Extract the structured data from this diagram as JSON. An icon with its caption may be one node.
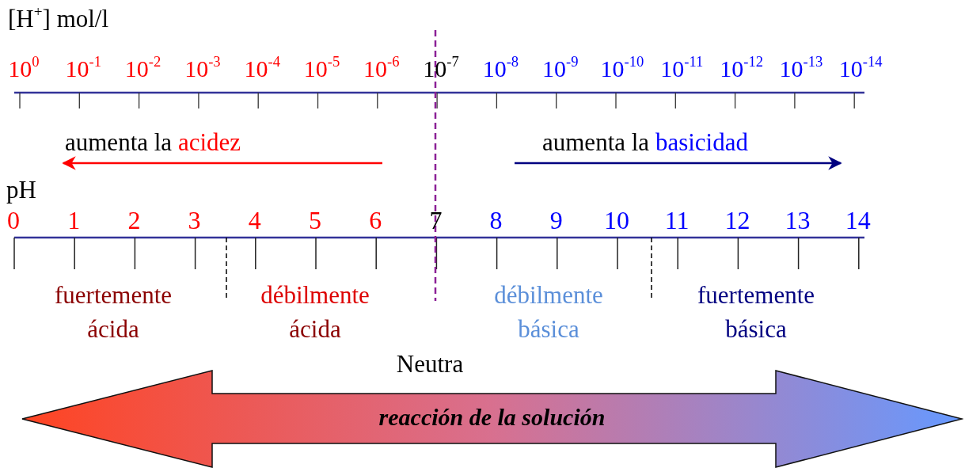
{
  "diagram": {
    "nodes": [
      {
        "text": [
          "reacción de la solución"
        ]
      }
    ],
    "labels": [
      "[H$^{+}$] mol/l",
      "10$^{0}$",
      "10$^{-1}$",
      "10$^{-2}$",
      "10$^{-3}$",
      "10$^{-4}$",
      "10$^{-5}$",
      "10$^{-6}$",
      "10$^{-7}$",
      "10$^{-8}$",
      "10$^{-9}$",
      "10$^{-10}$",
      "10$^{-11}$",
      "10$^{-12}$",
      "10$^{-13}$",
      "10$^{-14}$",
      "aumenta la acidez",
      "aumenta la basicidad",
      "pH",
      "0",
      "1",
      "2",
      "3",
      "4",
      "5",
      "6",
      "7",
      "8",
      "9",
      "10",
      "11",
      "12",
      "13",
      "14",
      "fuertemente ácida",
      "débilmente ácida",
      "débilmente básica",
      "fuertemente básica",
      "Neutra"
    ]
  }
}
